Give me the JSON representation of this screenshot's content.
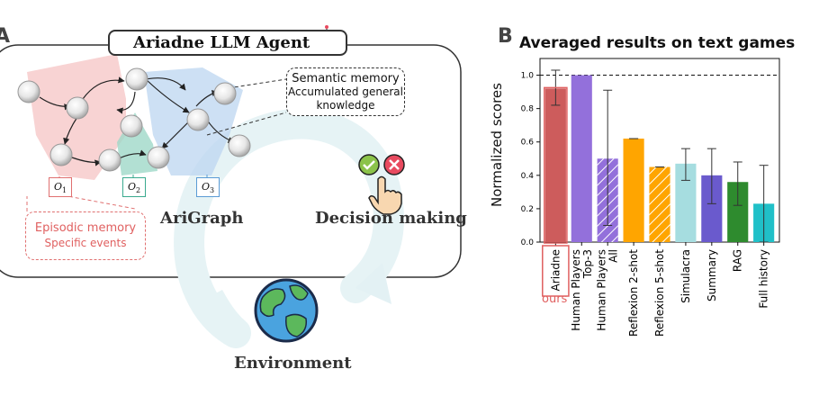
{
  "panel_a": {
    "letter": "A",
    "title": "Ariadne LLM Agent",
    "semantic_memory": {
      "title": "Semantic memory",
      "line1": "Accumulated general",
      "line2": "knowledge"
    },
    "episodic_memory": {
      "title": "Episodic memory",
      "subtitle": "Specific events"
    },
    "observations": [
      {
        "main": "O",
        "sub": "1",
        "color": "#e07070"
      },
      {
        "main": "O",
        "sub": "2",
        "color": "#3aaa8f"
      },
      {
        "main": "O",
        "sub": "3",
        "color": "#5b9bd5"
      }
    ],
    "arigraph_label": "AriGraph",
    "decision_label": "Decision making",
    "environment_label": "Environment"
  },
  "panel_b": {
    "letter": "B",
    "ours_label": "ours",
    "chart_data": {
      "type": "bar",
      "title": "Averaged results on text games",
      "ylabel": "Normalized scores",
      "ylim": [
        0,
        1.1
      ],
      "yticks": [
        "0.0",
        "0.2",
        "0.4",
        "0.6",
        "0.8",
        "1.0"
      ],
      "reference_line": 1.0,
      "categories": [
        {
          "label": [
            "Ariadne"
          ],
          "value": 0.92,
          "err_low": 0.82,
          "err_high": 1.03,
          "color": "#cd5c5c",
          "hatch": false
        },
        {
          "label": [
            "Human Players",
            "Top-3"
          ],
          "value": 1.0,
          "err_low": null,
          "err_high": null,
          "color": "#9370db",
          "hatch": false
        },
        {
          "label": [
            "Human Players",
            "All"
          ],
          "value": 0.5,
          "err_low": 0.1,
          "err_high": 0.91,
          "color": "#9370db",
          "hatch": true
        },
        {
          "label": [
            "Reflexion 2-shot"
          ],
          "value": 0.62,
          "err_low": 0.62,
          "err_high": 0.62,
          "color": "#ffa500",
          "hatch": false
        },
        {
          "label": [
            "Reflexion 5-shot"
          ],
          "value": 0.45,
          "err_low": 0.45,
          "err_high": 0.45,
          "color": "#ffa500",
          "hatch": true
        },
        {
          "label": [
            "Simulacra"
          ],
          "value": 0.47,
          "err_low": 0.37,
          "err_high": 0.56,
          "color": "#a6dde0",
          "hatch": false
        },
        {
          "label": [
            "Summary"
          ],
          "value": 0.4,
          "err_low": 0.23,
          "err_high": 0.56,
          "color": "#6a5acd",
          "hatch": false
        },
        {
          "label": [
            "RAG"
          ],
          "value": 0.36,
          "err_low": 0.22,
          "err_high": 0.48,
          "color": "#2e8b2e",
          "hatch": false
        },
        {
          "label": [
            "Full history"
          ],
          "value": 0.23,
          "err_low": 0.0,
          "err_high": 0.46,
          "color": "#20c0c8",
          "hatch": false
        }
      ]
    }
  }
}
